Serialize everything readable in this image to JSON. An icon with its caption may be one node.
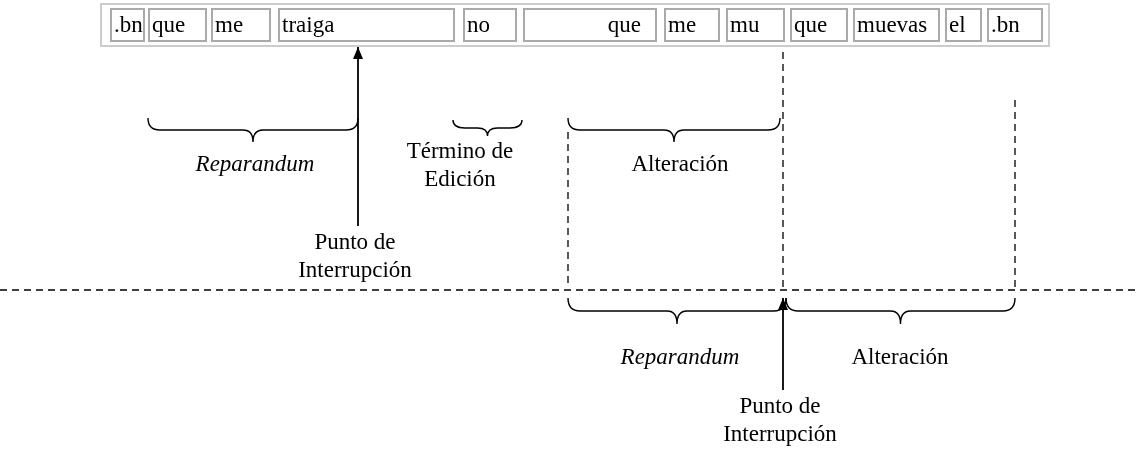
{
  "diagram": {
    "nodes": [
      {
        "text": [],
        "shape": "box"
      },
      {
        "text": [
          "Punto de Interrupción"
        ]
      },
      {
        "text": [],
        "shape": "brace"
      },
      {
        "text": [
          "Punto de Interrupción"
        ]
      }
    ],
    "edges": [
      {
        "from": 1,
        "to": 0,
        "arrow": "to"
      },
      {
        "from": 3,
        "to": 2,
        "arrow": "to"
      }
    ],
    "labels": [
      ".bn",
      "que",
      "me",
      "traiga",
      "no",
      "que",
      "me",
      "mu",
      "que",
      "muevas",
      "el",
      ".bn",
      "Reparandum",
      "Término de Edición",
      "Alteración",
      "Reparandum",
      "Alteración"
    ]
  }
}
